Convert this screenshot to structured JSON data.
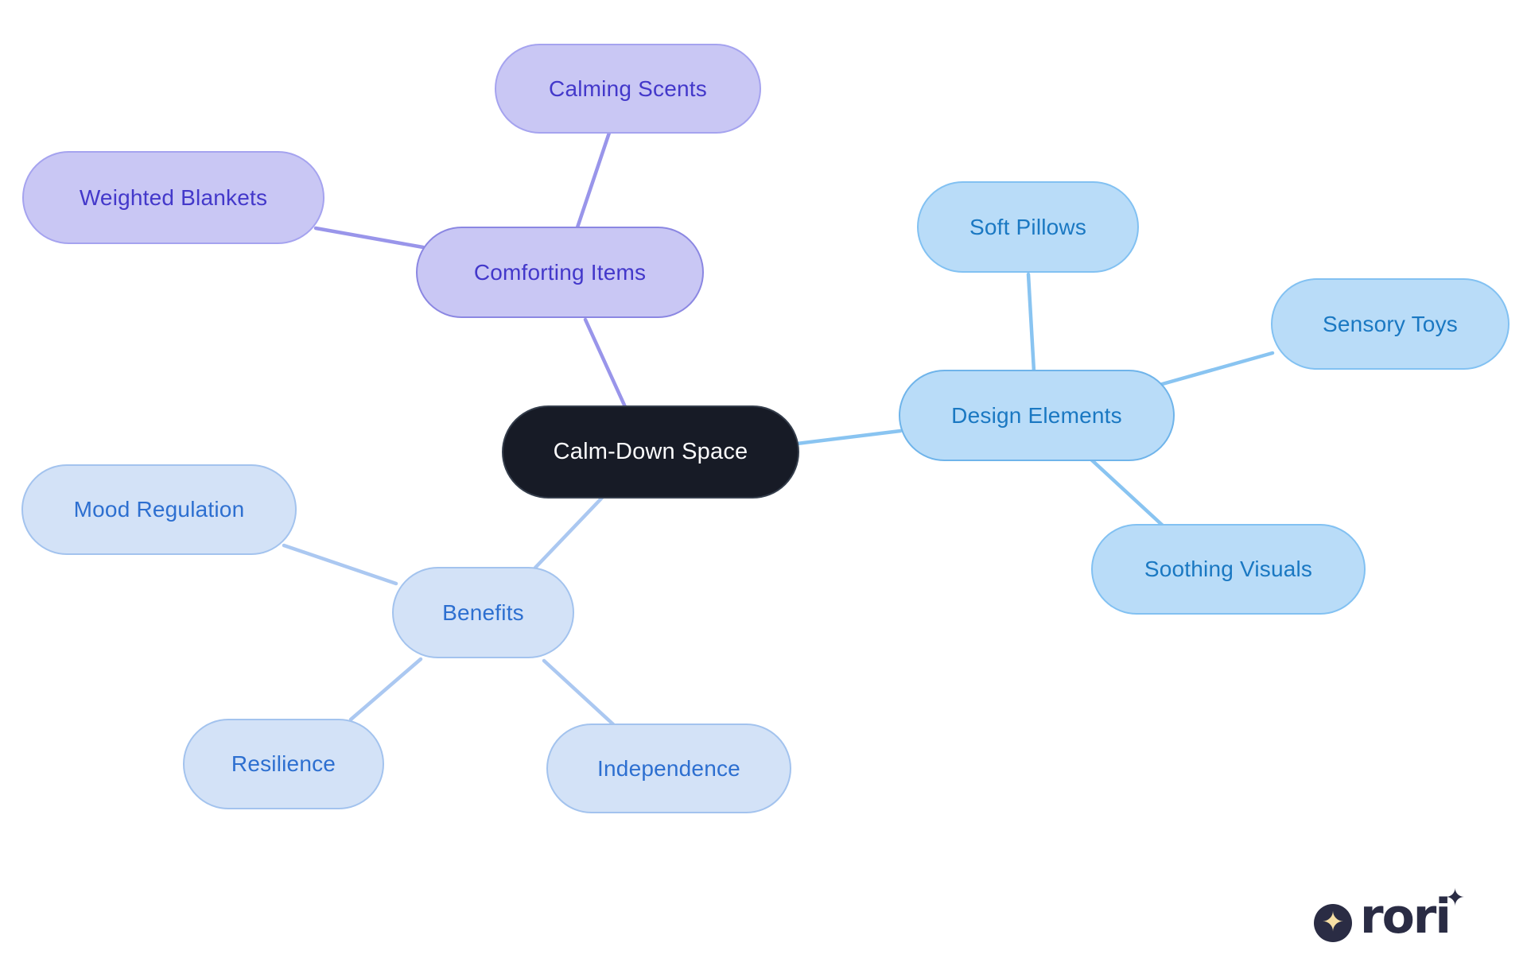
{
  "mindmap": {
    "root": {
      "label": "Calm-Down Space"
    },
    "branches": [
      {
        "label": "Comforting Items",
        "color_family": "purple",
        "children": [
          {
            "label": "Calming Scents"
          },
          {
            "label": "Weighted Blankets"
          }
        ]
      },
      {
        "label": "Design Elements",
        "color_family": "blue",
        "children": [
          {
            "label": "Soft Pillows"
          },
          {
            "label": "Sensory Toys"
          },
          {
            "label": "Soothing Visuals"
          }
        ]
      },
      {
        "label": "Benefits",
        "color_family": "periwinkle",
        "children": [
          {
            "label": "Mood Regulation"
          },
          {
            "label": "Resilience"
          },
          {
            "label": "Independence"
          }
        ]
      }
    ]
  },
  "logo": {
    "brand": "rori",
    "sparkle_icon": "✦",
    "accent_sparkle_icon": "✦"
  },
  "colors": {
    "background": "#ffffff",
    "root_fill": "#171b26",
    "root_text": "#fbfbfc",
    "purple_fill": "#c9c7f4",
    "purple_border": "#8b87e2",
    "purple_text": "#4338ca",
    "purple_line": "#9995ea",
    "blue_fill": "#b9dcf8",
    "blue_border": "#6fb4ea",
    "blue_text": "#1a78c2",
    "blue_line": "#89c4f1",
    "periwinkle_fill": "#d3e2f7",
    "periwinkle_border": "#a3c3ee",
    "periwinkle_text": "#2d6fd0",
    "periwinkle_line": "#abc8f1",
    "logo_navy": "#2a2c44",
    "logo_star": "#f6dfa4"
  }
}
